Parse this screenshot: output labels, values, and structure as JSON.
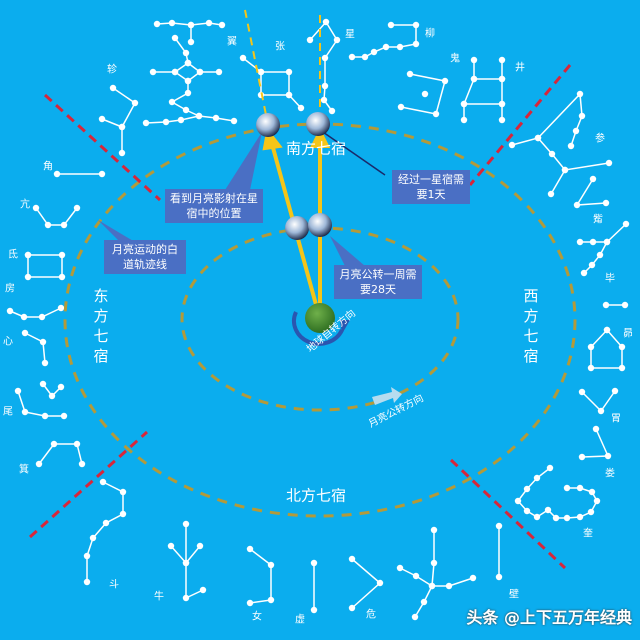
{
  "colors": {
    "background": "#0badee",
    "orbit": "#b39a3a",
    "divider": "#d8263a",
    "arrow": "#f5c518",
    "callout": "#4a6fc4",
    "earth": "#3e8e2e"
  },
  "regions": {
    "south": "南方七宿",
    "north": "北方七宿",
    "east": "东方七宿",
    "west": "西方七宿"
  },
  "callouts": {
    "projection": "看到月亮影射在星宿中的位置",
    "orbit_line": "月亮运动的白道轨迹线",
    "one_mansion": "经过一星宿需要1天",
    "revolution": "月亮公转一周需要28天"
  },
  "directions": {
    "earth_rotation": "地球自转方向",
    "moon_revolution": "月亮公转方向"
  },
  "mansions": [
    "角",
    "亢",
    "氐",
    "房",
    "心",
    "尾",
    "箕",
    "斗",
    "牛",
    "女",
    "虚",
    "危",
    "壁",
    "奎",
    "娄",
    "胃",
    "昴",
    "毕",
    "觜",
    "参",
    "井",
    "鬼",
    "柳",
    "星",
    "张",
    "翼",
    "轸"
  ],
  "watermark": "头条 @上下五万年经典"
}
